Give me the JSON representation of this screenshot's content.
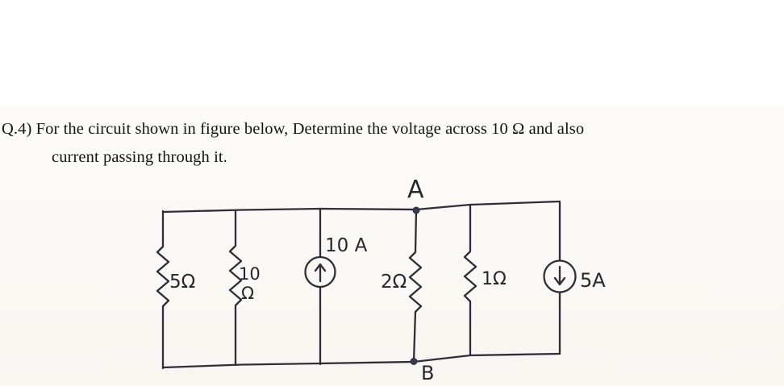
{
  "document": {
    "question_line1": "Q.4) For the circuit shown in figure below, Determine the voltage across 10 Ω and also",
    "question_line2": "current passing through it."
  },
  "circuit": {
    "node_labels": {
      "a": "A",
      "b": "B"
    },
    "components": {
      "resistor_5ohm": "5Ω",
      "resistor_10ohm_line1": "10",
      "resistor_10ohm_line2": "Ω",
      "current_source_10a": "10 A",
      "resistor_2ohm": "2Ω",
      "resistor_1ohm": "1Ω",
      "current_source_5a": "5A"
    },
    "ink_color": "#2e2e38",
    "paper_color": "#faf8f4"
  }
}
